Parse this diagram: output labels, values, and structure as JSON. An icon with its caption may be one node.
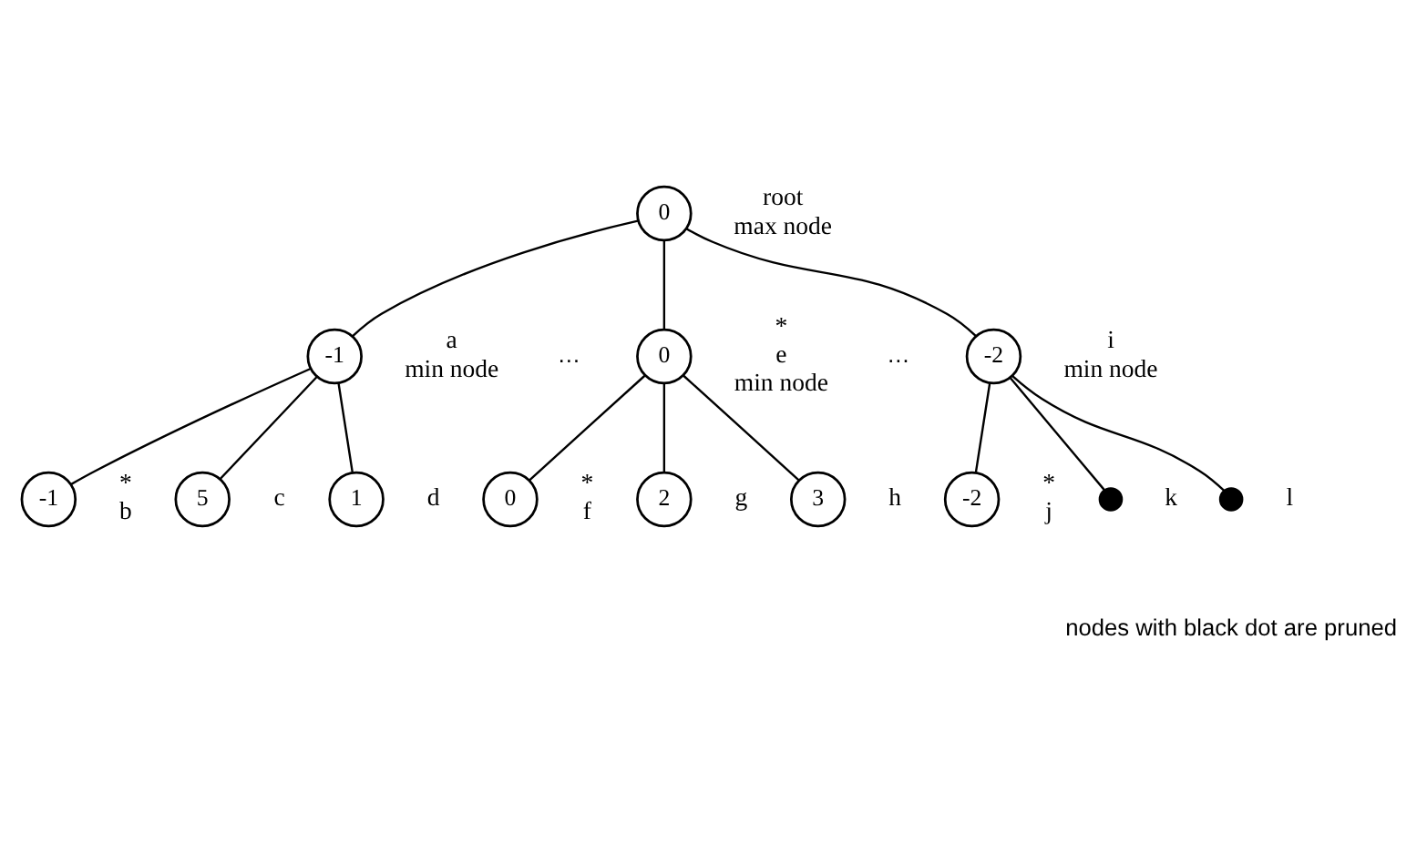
{
  "diagram": {
    "nodes": [
      {
        "text": [
          "0"
        ],
        "beside": [
          "root",
          "max node"
        ]
      },
      {
        "text": [
          "-1"
        ],
        "beside": [
          "a",
          "min node"
        ]
      },
      {
        "text": [
          "0"
        ],
        "beside": [
          "*",
          "e",
          "min node"
        ]
      },
      {
        "text": [
          "-2"
        ],
        "beside": [
          "i",
          "min node"
        ]
      },
      {
        "text": [
          "-1"
        ],
        "beside": [
          "*",
          "b"
        ]
      },
      {
        "text": [
          "5"
        ],
        "beside": [
          "c"
        ]
      },
      {
        "text": [
          "1"
        ],
        "beside": [
          "d"
        ]
      },
      {
        "text": [
          "0"
        ],
        "beside": [
          "*",
          "f"
        ]
      },
      {
        "text": [
          "2"
        ],
        "beside": [
          "g"
        ]
      },
      {
        "text": [
          "3"
        ],
        "beside": [
          "h"
        ]
      },
      {
        "text": [
          "-2"
        ],
        "beside": [
          "*",
          "j"
        ]
      },
      {
        "text": [],
        "shape": "circle",
        "beside": [
          "k"
        ]
      },
      {
        "text": [],
        "shape": "circle",
        "beside": [
          "l"
        ]
      }
    ],
    "edges": [
      {
        "from": 0,
        "to": 1,
        "arrow": "none"
      },
      {
        "from": 0,
        "to": 2,
        "arrow": "none"
      },
      {
        "from": 0,
        "to": 3,
        "arrow": "none"
      },
      {
        "from": 1,
        "to": 4,
        "arrow": "none"
      },
      {
        "from": 1,
        "to": 5,
        "arrow": "none"
      },
      {
        "from": 1,
        "to": 6,
        "arrow": "none"
      },
      {
        "from": 2,
        "to": 7,
        "arrow": "none"
      },
      {
        "from": 2,
        "to": 8,
        "arrow": "none"
      },
      {
        "from": 2,
        "to": 9,
        "arrow": "none"
      },
      {
        "from": 3,
        "to": 10,
        "arrow": "none"
      },
      {
        "from": 3,
        "to": 11,
        "arrow": "none"
      },
      {
        "from": 3,
        "to": 12,
        "arrow": "none"
      }
    ],
    "labels": [
      "…",
      "…",
      "nodes with black dot are pruned"
    ]
  }
}
